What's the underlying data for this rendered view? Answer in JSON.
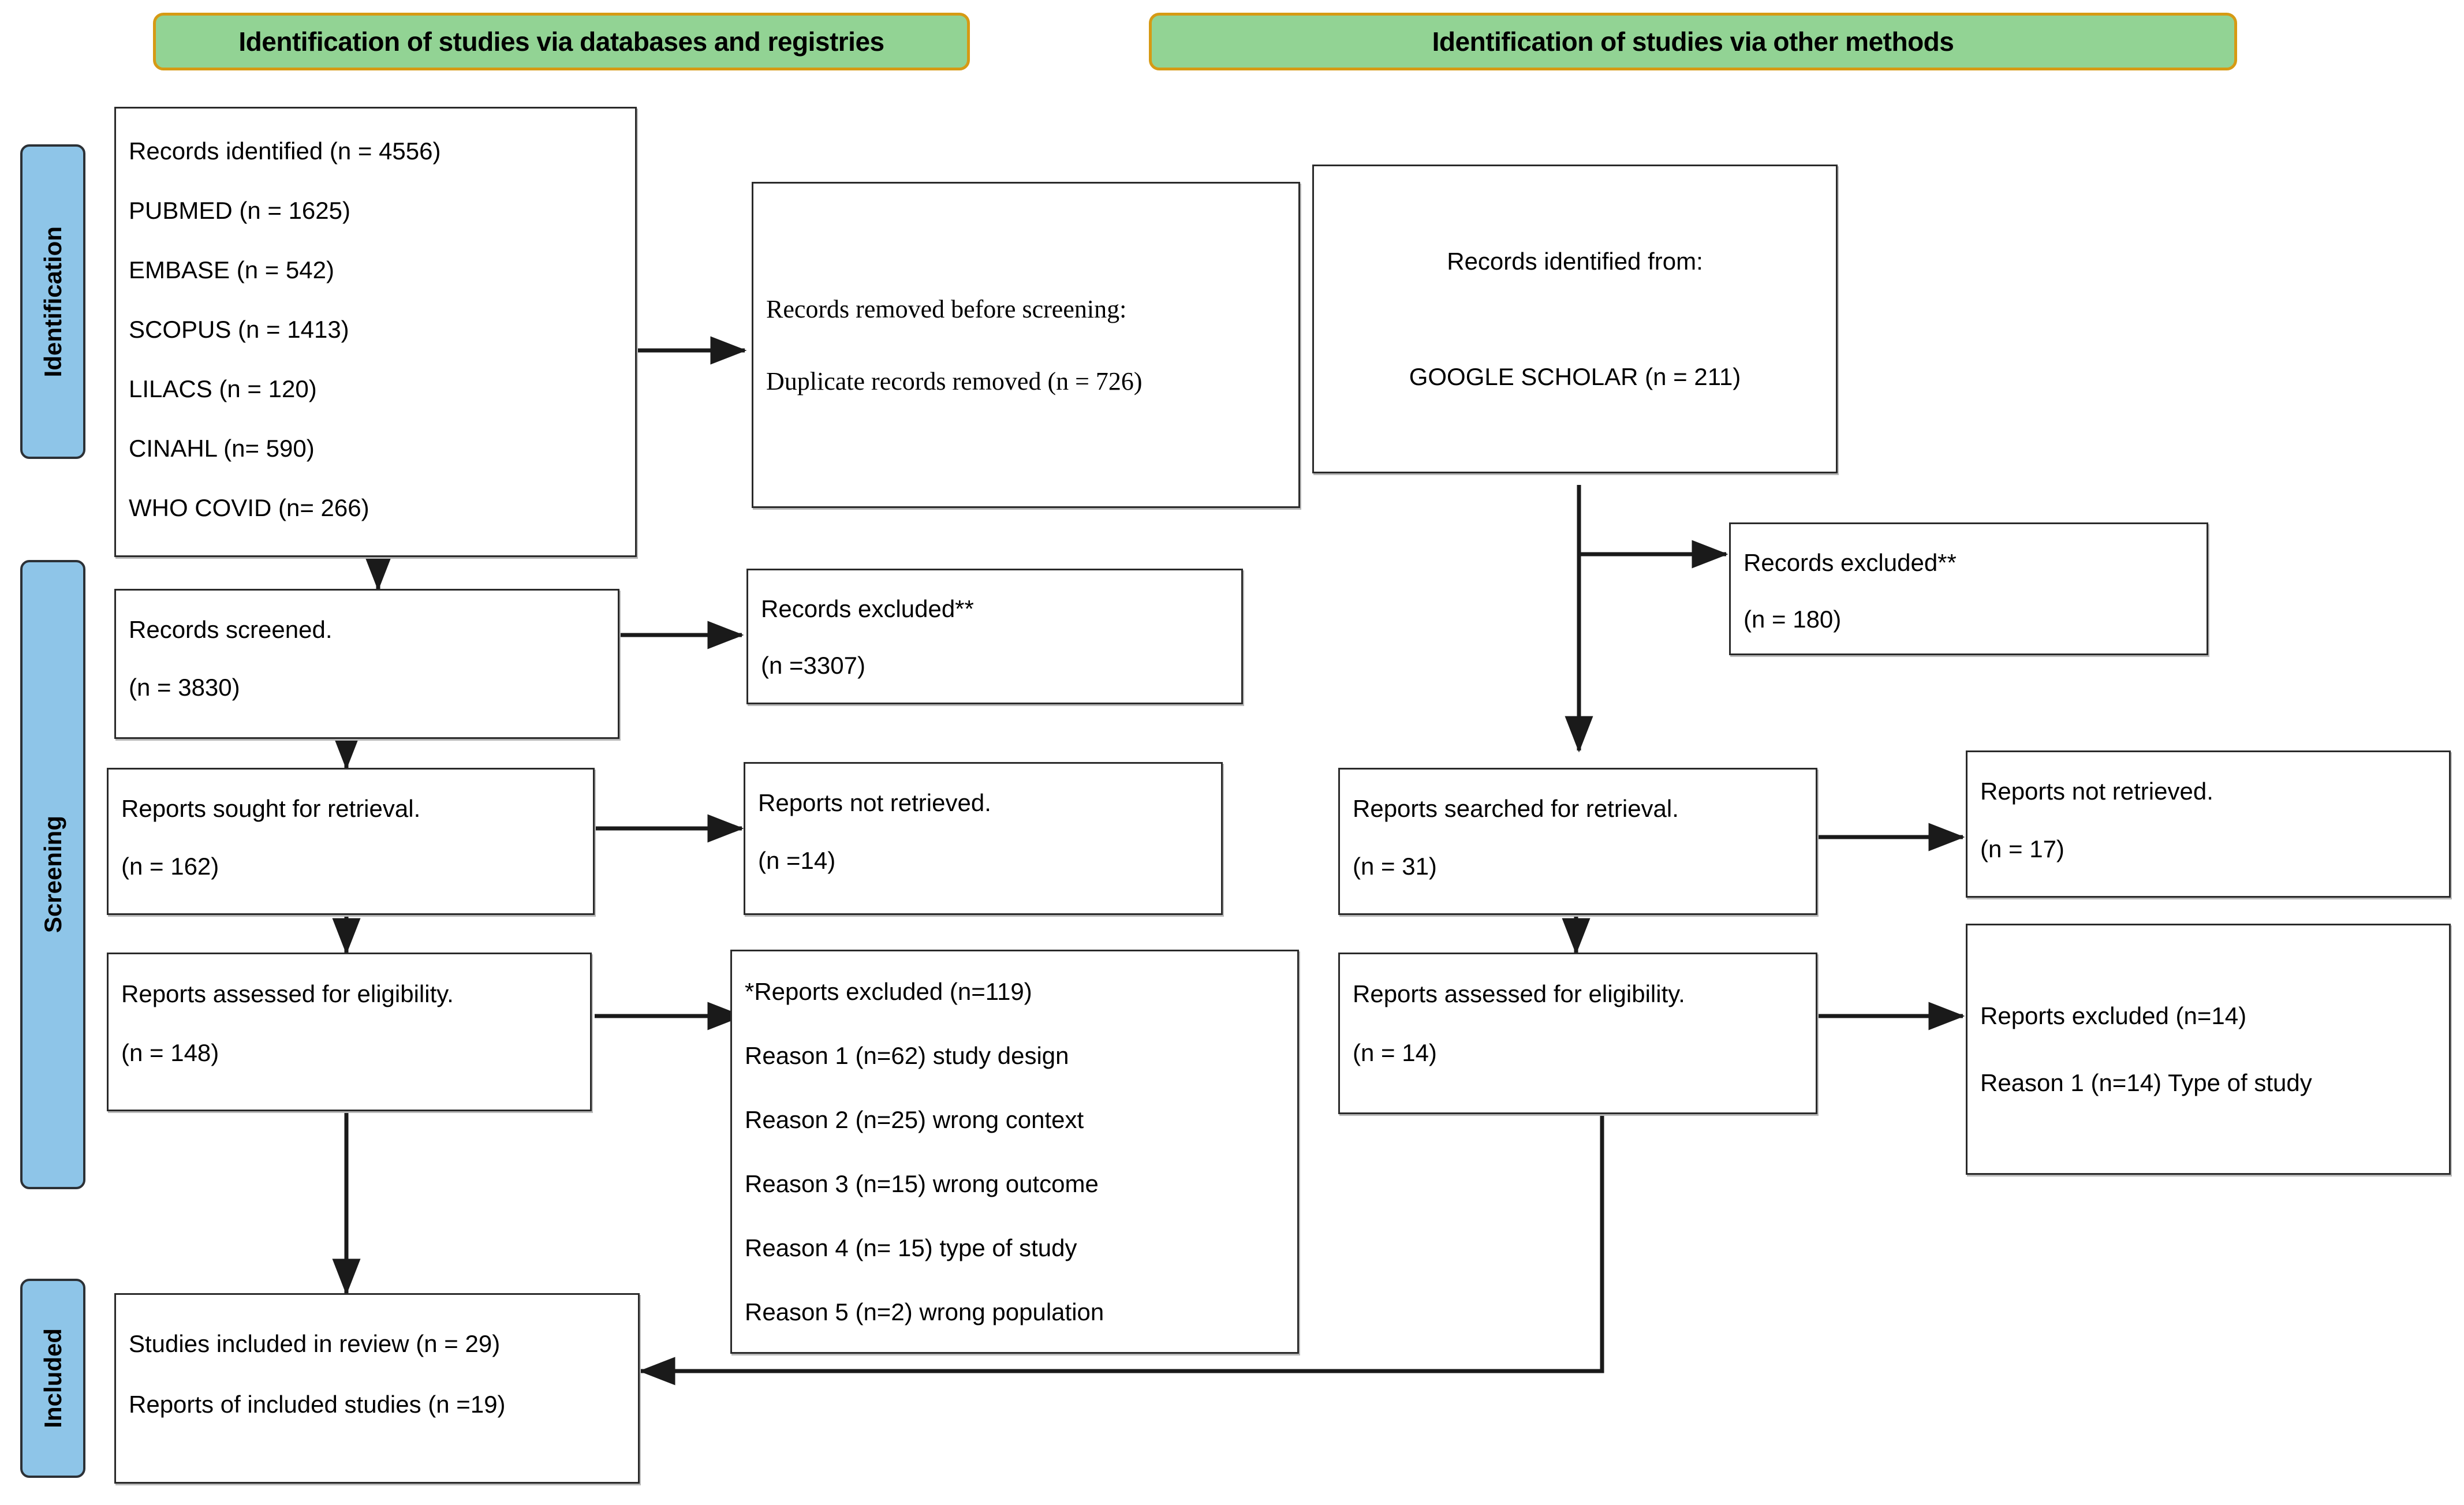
{
  "colors": {
    "banner_fill": "#92d394",
    "banner_border": "#d69a14",
    "stage_fill": "#8ec5e8",
    "stage_border": "#2c3136",
    "box_border": "#2a2a2a",
    "connector": "#1a1a1a",
    "text": "#000000",
    "page_background": "#ffffff"
  },
  "banners": {
    "databases": "Identification of studies via databases and registries",
    "other_methods": "Identification of studies via other methods"
  },
  "stage_labels": {
    "identification": "Identification",
    "screening": "Screening",
    "included": "Included"
  },
  "boxes": {
    "records_identified_db": {
      "lines": [
        "Records identified (n = 4556)",
        "PUBMED (n = 1625)",
        "EMBASE (n = 542)",
        "SCOPUS (n = 1413)",
        "LILACS (n = 120)",
        "CINAHL (n= 590)",
        "WHO COVID (n= 266)"
      ]
    },
    "records_removed": {
      "lines": [
        "Records removed before screening:",
        "Duplicate records removed (n = 726)"
      ]
    },
    "records_identified_other": {
      "lines": [
        "Records identified from:",
        "GOOGLE SCHOLAR (n = 211)"
      ]
    },
    "records_screened": {
      "lines": [
        "Records screened.",
        "(n = 3830)"
      ]
    },
    "records_excluded_db": {
      "lines": [
        "Records excluded**",
        "(n =3307)"
      ]
    },
    "records_excluded_other": {
      "lines": [
        "Records excluded**",
        "(n = 180)"
      ]
    },
    "reports_sought": {
      "lines": [
        "Reports sought for retrieval.",
        "(n = 162)"
      ]
    },
    "reports_not_retrieved_db": {
      "lines": [
        "Reports not retrieved.",
        "(n =14)"
      ]
    },
    "reports_searched_other": {
      "lines": [
        "Reports searched for retrieval.",
        "(n = 31)"
      ]
    },
    "reports_not_retrieved_other": {
      "lines": [
        "Reports not retrieved.",
        "(n = 17)"
      ]
    },
    "reports_assessed_db": {
      "lines": [
        "Reports assessed for eligibility.",
        "(n = 148)"
      ]
    },
    "reports_excluded_db": {
      "lines": [
        "*Reports excluded (n=119)",
        "Reason 1 (n=62) study design",
        "Reason 2 (n=25) wrong context",
        "Reason 3 (n=15) wrong outcome",
        "Reason 4 (n= 15) type of study",
        "Reason 5 (n=2) wrong population"
      ]
    },
    "reports_assessed_other": {
      "lines": [
        "Reports assessed for eligibility.",
        "(n = 14)"
      ]
    },
    "reports_excluded_other": {
      "lines": [
        "Reports excluded (n=14)",
        "Reason 1 (n=14) Type of study"
      ]
    },
    "studies_included": {
      "lines": [
        "Studies included in review (n = 29)",
        "Reports of included studies (n =19)"
      ]
    }
  },
  "chart_data": {
    "type": "diagram",
    "title": "PRISMA 2020 flow diagram",
    "nodes": [
      {
        "id": "records_identified_db",
        "stage": "Identification",
        "branch": "databases",
        "n": 4556,
        "breakdown": {
          "PUBMED": 1625,
          "EMBASE": 542,
          "SCOPUS": 1413,
          "LILACS": 120,
          "CINAHL": 590,
          "WHO COVID": 266
        }
      },
      {
        "id": "records_removed",
        "stage": "Identification",
        "branch": "databases",
        "duplicates_removed": 726
      },
      {
        "id": "records_identified_other",
        "stage": "Identification",
        "branch": "other",
        "GOOGLE SCHOLAR": 211
      },
      {
        "id": "records_screened",
        "stage": "Screening",
        "branch": "databases",
        "n": 3830
      },
      {
        "id": "records_excluded_db",
        "stage": "Screening",
        "branch": "databases",
        "n": 3307
      },
      {
        "id": "records_excluded_other",
        "stage": "Screening",
        "branch": "other",
        "n": 180
      },
      {
        "id": "reports_sought",
        "stage": "Screening",
        "branch": "databases",
        "n": 162
      },
      {
        "id": "reports_not_retrieved_db",
        "stage": "Screening",
        "branch": "databases",
        "n": 14
      },
      {
        "id": "reports_searched_other",
        "stage": "Screening",
        "branch": "other",
        "n": 31
      },
      {
        "id": "reports_not_retrieved_other",
        "stage": "Screening",
        "branch": "other",
        "n": 17
      },
      {
        "id": "reports_assessed_db",
        "stage": "Screening",
        "branch": "databases",
        "n": 148
      },
      {
        "id": "reports_excluded_db",
        "stage": "Screening",
        "branch": "databases",
        "n": 119,
        "reasons": [
          {
            "label": "Reason 1 study design",
            "n": 62
          },
          {
            "label": "Reason 2 wrong context",
            "n": 25
          },
          {
            "label": "Reason 3 wrong outcome",
            "n": 15
          },
          {
            "label": "Reason 4 type of study",
            "n": 15
          },
          {
            "label": "Reason 5 wrong population",
            "n": 2
          }
        ]
      },
      {
        "id": "reports_assessed_other",
        "stage": "Screening",
        "branch": "other",
        "n": 14
      },
      {
        "id": "reports_excluded_other",
        "stage": "Screening",
        "branch": "other",
        "n": 14,
        "reasons": [
          {
            "label": "Reason 1 Type of study",
            "n": 14
          }
        ]
      },
      {
        "id": "studies_included",
        "stage": "Included",
        "studies_included_in_review": 29,
        "reports_of_included_studies": 19
      }
    ],
    "edges": [
      {
        "from": "records_identified_db",
        "to": "records_removed"
      },
      {
        "from": "records_identified_db",
        "to": "records_screened"
      },
      {
        "from": "records_screened",
        "to": "records_excluded_db"
      },
      {
        "from": "records_screened",
        "to": "reports_sought"
      },
      {
        "from": "reports_sought",
        "to": "reports_not_retrieved_db"
      },
      {
        "from": "reports_sought",
        "to": "reports_assessed_db"
      },
      {
        "from": "reports_assessed_db",
        "to": "reports_excluded_db"
      },
      {
        "from": "reports_assessed_db",
        "to": "studies_included"
      },
      {
        "from": "records_identified_other",
        "to": "records_excluded_other"
      },
      {
        "from": "records_identified_other",
        "to": "reports_searched_other"
      },
      {
        "from": "reports_searched_other",
        "to": "reports_not_retrieved_other"
      },
      {
        "from": "reports_searched_other",
        "to": "reports_assessed_other"
      },
      {
        "from": "reports_assessed_other",
        "to": "reports_excluded_other"
      },
      {
        "from": "reports_assessed_other",
        "to": "studies_included"
      }
    ]
  }
}
